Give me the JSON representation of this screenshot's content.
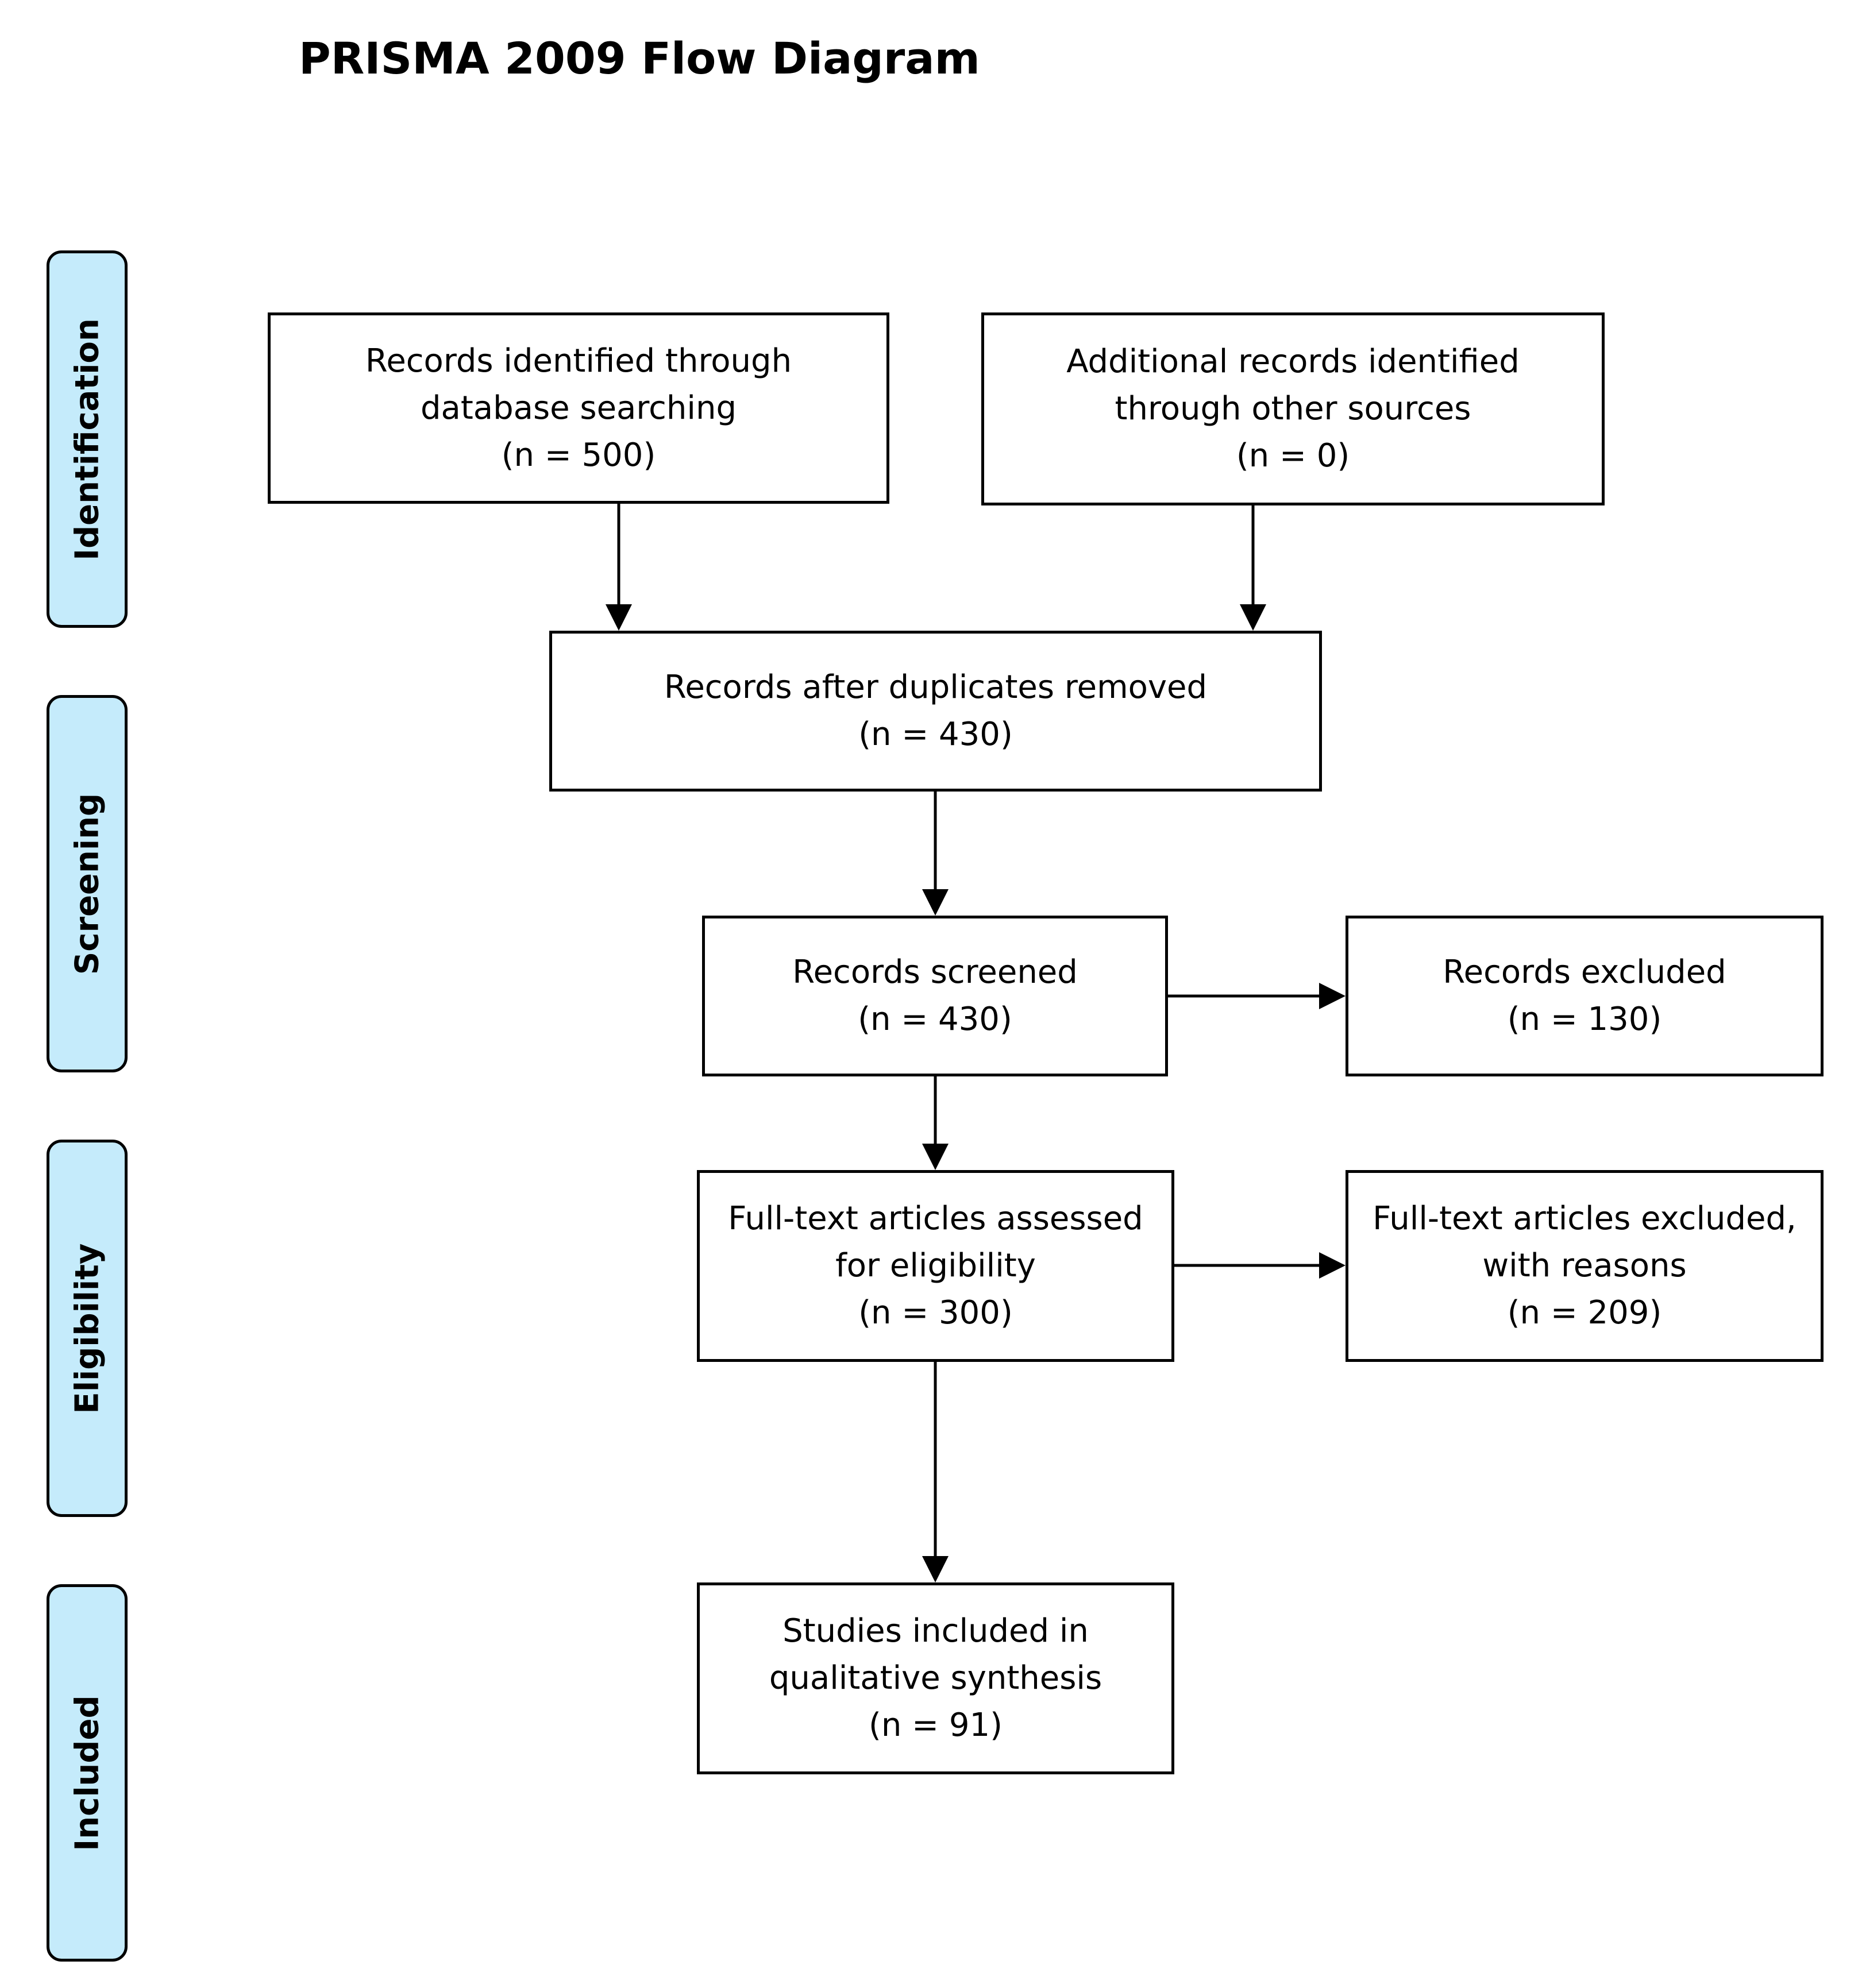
{
  "title": "PRISMA 2009 Flow Diagram",
  "stages": {
    "identification": "Identification",
    "screening": "Screening",
    "eligibility": "Eligibility",
    "included": "Included"
  },
  "boxes": {
    "database": {
      "line1": "Records identified through",
      "line2": "database searching",
      "count": "(n = 500)"
    },
    "other_sources": {
      "line1": "Additional records identified",
      "line2": "through other sources",
      "count": "(n = 0)"
    },
    "duplicates_removed": {
      "line1": "Records after duplicates removed",
      "count": "(n = 430)"
    },
    "screened": {
      "line1": "Records screened",
      "count": "(n = 430)"
    },
    "excluded": {
      "line1": "Records excluded",
      "count": "(n = 130)"
    },
    "fulltext_assessed": {
      "line1": "Full-text articles assessed",
      "line2": "for eligibility",
      "count": "(n = 300)"
    },
    "fulltext_excluded": {
      "line1": "Full-text articles excluded,",
      "line2": "with reasons",
      "count": "(n = 209)"
    },
    "included_studies": {
      "line1": "Studies included in",
      "line2": "qualitative synthesis",
      "count": "(n = 91)"
    }
  }
}
